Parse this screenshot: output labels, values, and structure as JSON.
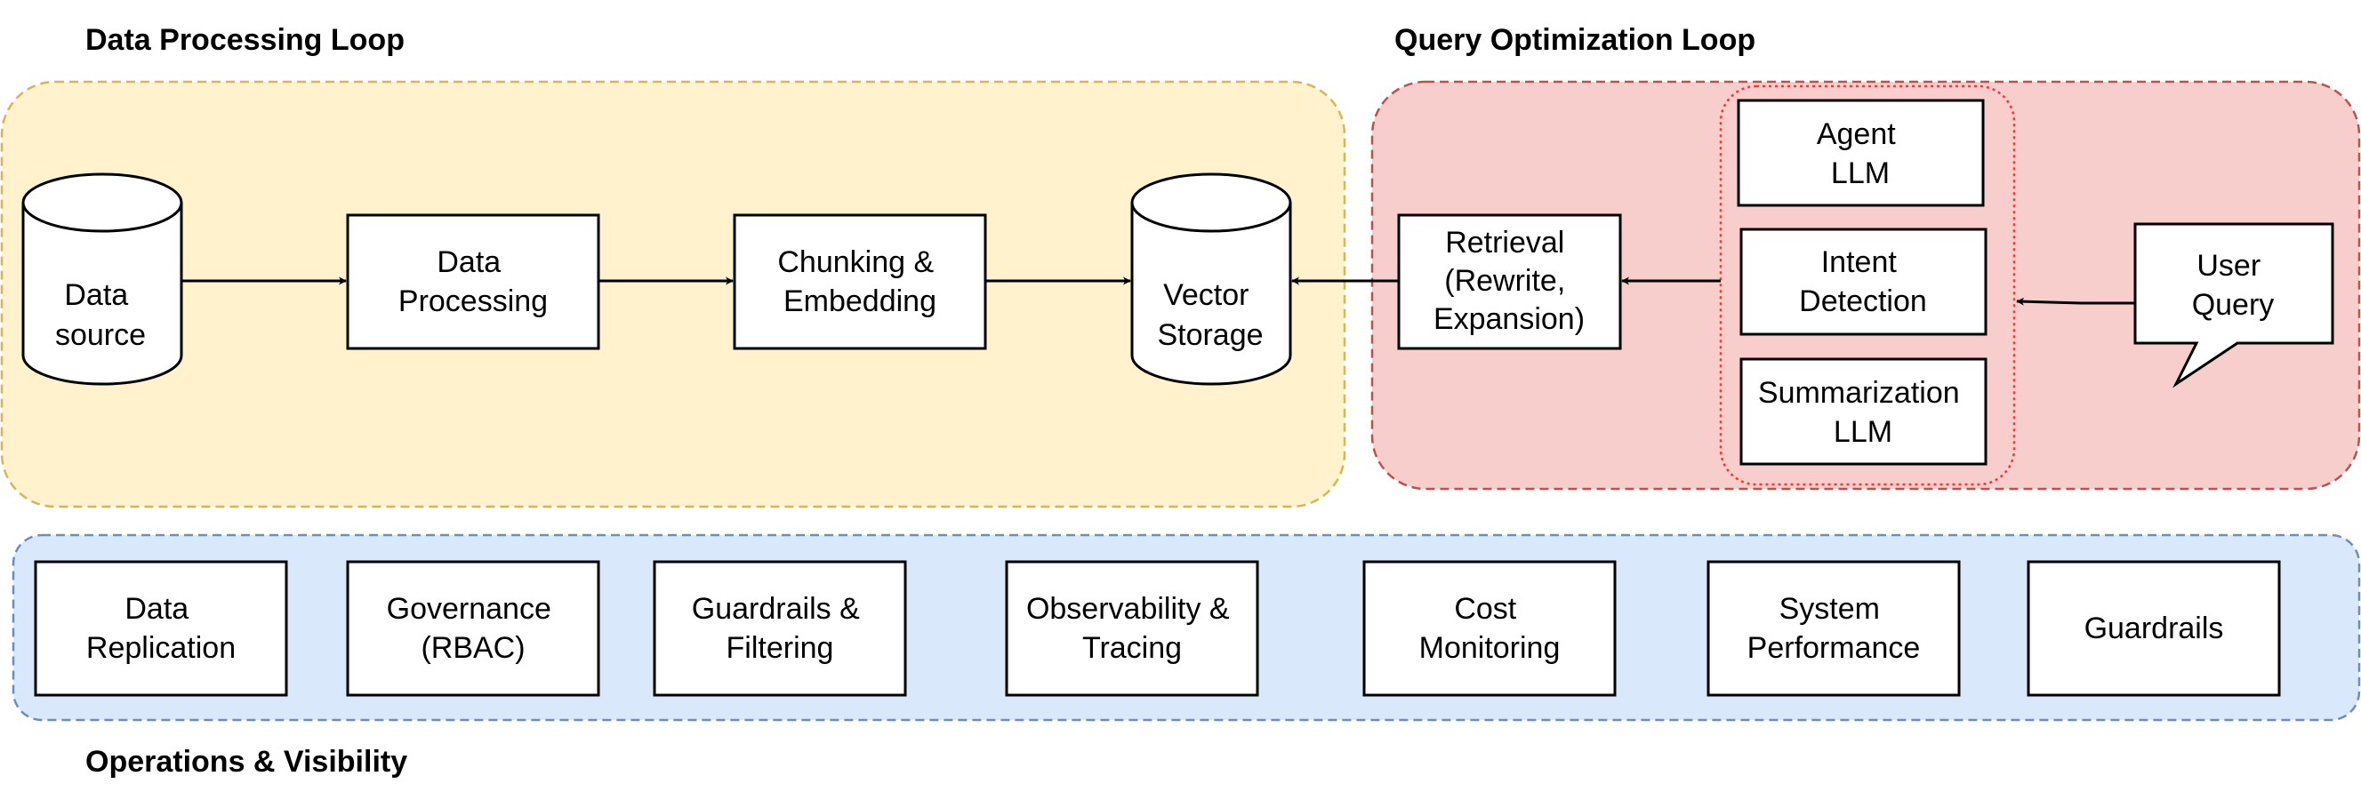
{
  "sections": {
    "data_loop": "Data Processing Loop",
    "query_loop": "Query Optimization Loop",
    "ops": "Operations & Visibility"
  },
  "nodes": {
    "data_source": [
      "Data",
      "source"
    ],
    "data_processing": [
      "Data",
      "Processing"
    ],
    "chunking": [
      "Chunking &",
      "Embedding"
    ],
    "vector_storage": [
      "Vector",
      "Storage"
    ],
    "retrieval": [
      "Retrieval",
      "(Rewrite,",
      "Expansion)"
    ],
    "agent_llm": [
      "Agent",
      "LLM"
    ],
    "intent_detection": [
      "Intent",
      "Detection"
    ],
    "summarization_llm": [
      "Summarization",
      "LLM"
    ],
    "user_query": [
      "User",
      "Query"
    ]
  },
  "ops_items": [
    [
      "Data",
      "Replication"
    ],
    [
      "Governance",
      "(RBAC)"
    ],
    [
      "Guardrails &",
      "Filtering"
    ],
    [
      "Observability &",
      "Tracing"
    ],
    [
      "Cost",
      "Monitoring"
    ],
    [
      "System",
      "Performance"
    ],
    [
      "Guardrails"
    ]
  ],
  "colors": {
    "data_loop_fill": "#fff2cc",
    "data_loop_stroke": "#d6b656",
    "query_loop_fill": "#f8cecc",
    "query_loop_stroke": "#b85450",
    "ops_fill": "#dae8fc",
    "ops_stroke": "#6c8ebf",
    "agent_group_stroke": "#ff3333"
  }
}
